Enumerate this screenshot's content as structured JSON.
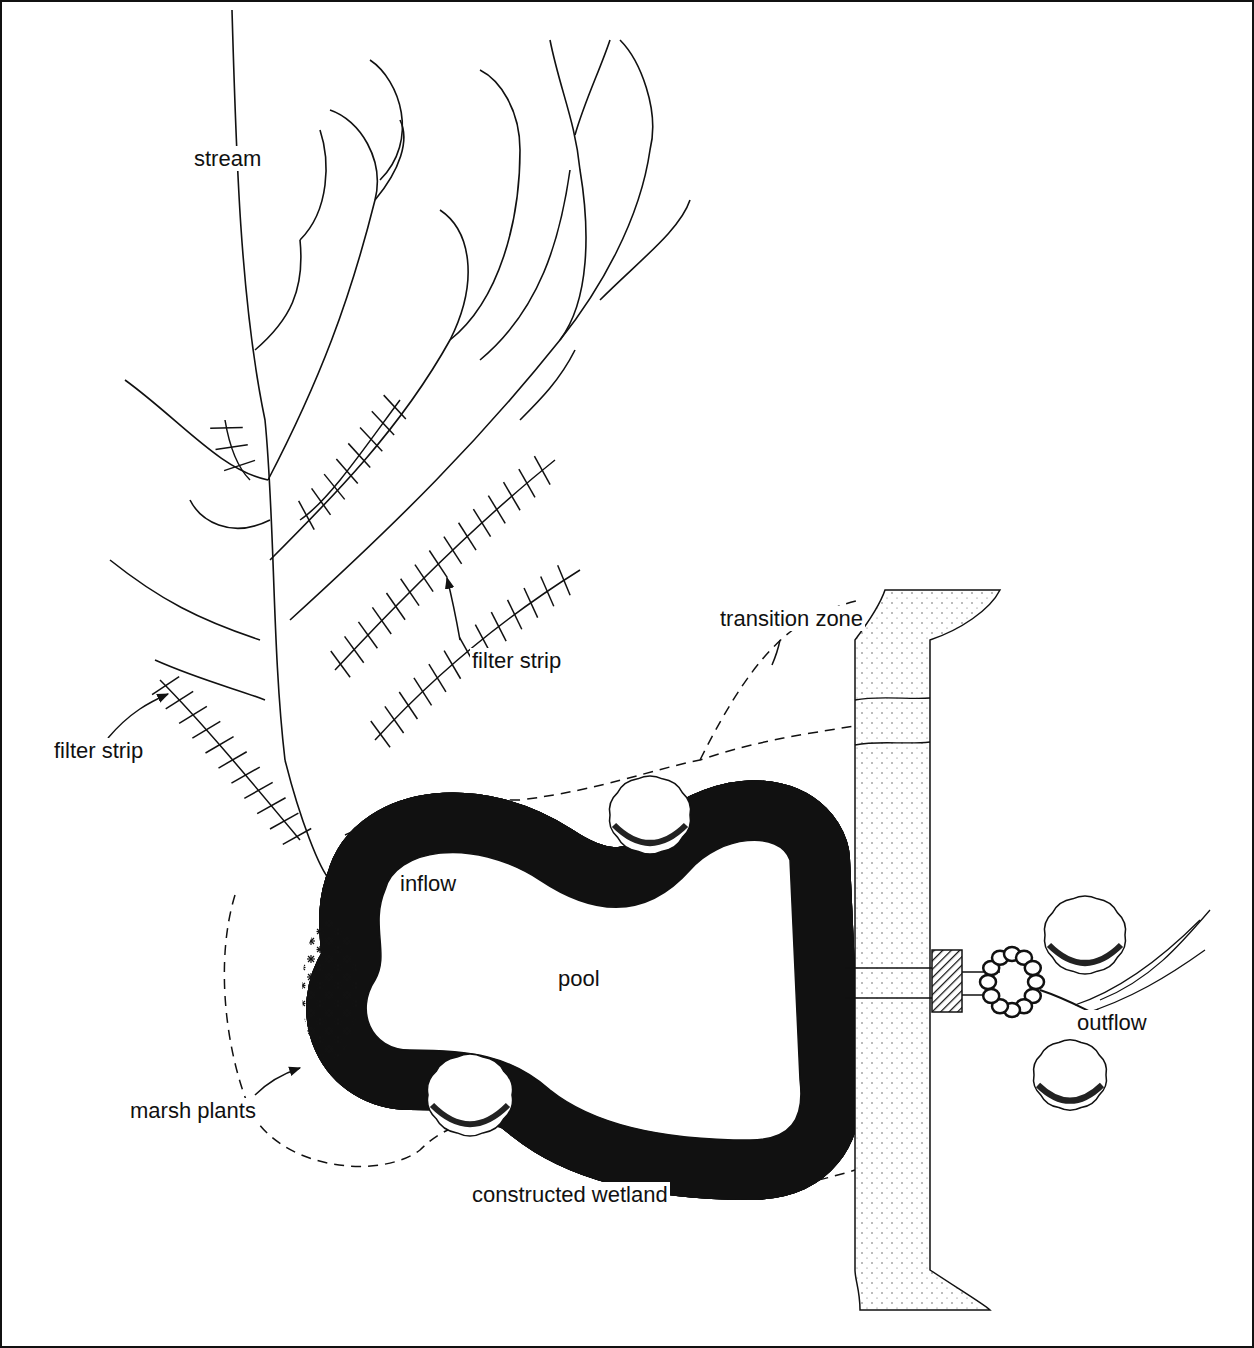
{
  "diagram": {
    "labels": [
      "stream",
      "transition zone",
      "filter strip",
      "filter strip",
      "inflow",
      "pool",
      "outflow",
      "marsh plants",
      "constructed wetland"
    ]
  }
}
